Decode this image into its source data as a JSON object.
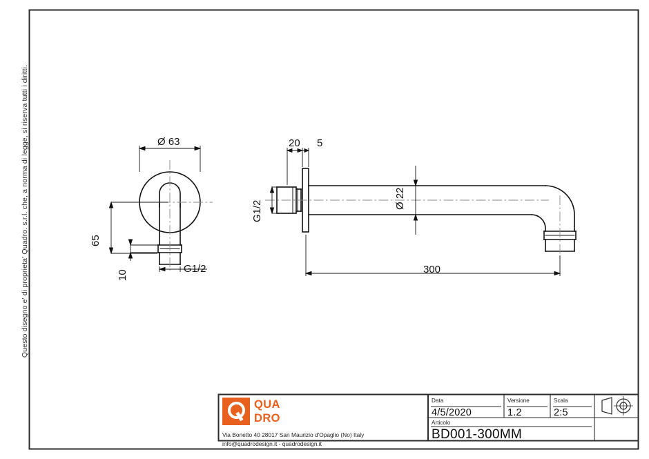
{
  "sheet": {
    "copyright_notice": "Questo disegno e' di proprieta' Quadro. s.r.l. che, a norma di legge, si riserva tutti i diritti."
  },
  "drawing": {
    "front_view": {
      "dim_diameter_flange": "Ø 63",
      "dim_height_65": "65",
      "dim_height_10": "10",
      "thread_label": "G1/2"
    },
    "side_view": {
      "dim_20": "20",
      "dim_5": "5",
      "dim_diameter_tube": "Ø 22",
      "dim_length_300": "300",
      "thread_label": "G1/2"
    }
  },
  "title_block": {
    "logo": {
      "mark_letter": "Q",
      "word_line1": "QUA",
      "word_line2": "DRO",
      "brand_color": "#E8601E"
    },
    "address_line1": "Via Bonetto 40  28017 San Maurizio d'Opaglio (No) Italy",
    "address_line2": "info@quadrodesign.it  -  quadrodesign.it",
    "fields": [
      {
        "label": "Data",
        "value": "4/5/2020"
      },
      {
        "label": "Versione",
        "value": "1.2"
      },
      {
        "label": "Scala",
        "value": "2:5"
      }
    ],
    "article": {
      "label": "Articolo",
      "value": "BD001-300MM"
    },
    "projection_symbol": "first-angle-projection"
  }
}
